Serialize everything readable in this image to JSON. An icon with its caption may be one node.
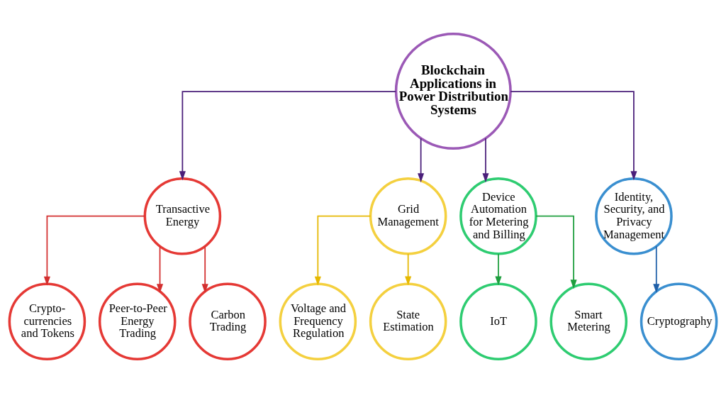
{
  "diagram": {
    "nodes": [
      {
        "text": [
          "Blockchain Applications in Power Distribution Systems"
        ]
      },
      {
        "text": [
          "Transactive Energy"
        ]
      },
      {
        "text": [
          "Grid Management"
        ]
      },
      {
        "text": [
          "Device Automation for Metering and Billing"
        ]
      },
      {
        "text": [
          "Identity, Security, and Privacy Management"
        ]
      },
      {
        "text": [
          "Crypto- currencies and Tokens"
        ]
      },
      {
        "text": [
          "Peer-to-Peer Energy Trading"
        ]
      },
      {
        "text": [
          "Carbon Trading"
        ]
      },
      {
        "text": [
          "Voltage and Frequency Regulation"
        ]
      },
      {
        "text": [
          "State Estimation"
        ]
      },
      {
        "text": [
          "IoT"
        ]
      },
      {
        "text": [
          "Smart Metering"
        ]
      },
      {
        "text": [
          "Cryptography"
        ]
      }
    ],
    "edges": [
      {
        "from": 0,
        "to": 1,
        "arrow": "to",
        "color": "#4b1f7a"
      },
      {
        "from": 0,
        "to": 2,
        "arrow": "to",
        "color": "#4b1f7a"
      },
      {
        "from": 0,
        "to": 3,
        "arrow": "to",
        "color": "#4b1f7a"
      },
      {
        "from": 0,
        "to": 4,
        "arrow": "to",
        "color": "#4b1f7a"
      },
      {
        "from": 1,
        "to": 5,
        "arrow": "to",
        "color": "#d32f2f"
      },
      {
        "from": 1,
        "to": 6,
        "arrow": "to",
        "color": "#d32f2f"
      },
      {
        "from": 1,
        "to": 7,
        "arrow": "to",
        "color": "#d32f2f"
      },
      {
        "from": 2,
        "to": 8,
        "arrow": "to",
        "color": "#e6b800"
      },
      {
        "from": 2,
        "to": 9,
        "arrow": "to",
        "color": "#e6b800"
      },
      {
        "from": 3,
        "to": 10,
        "arrow": "to",
        "color": "#1e9e3e"
      },
      {
        "from": 3,
        "to": 11,
        "arrow": "to",
        "color": "#1e9e3e"
      },
      {
        "from": 4,
        "to": 12,
        "arrow": "to",
        "color": "#1f5fa8"
      }
    ]
  }
}
